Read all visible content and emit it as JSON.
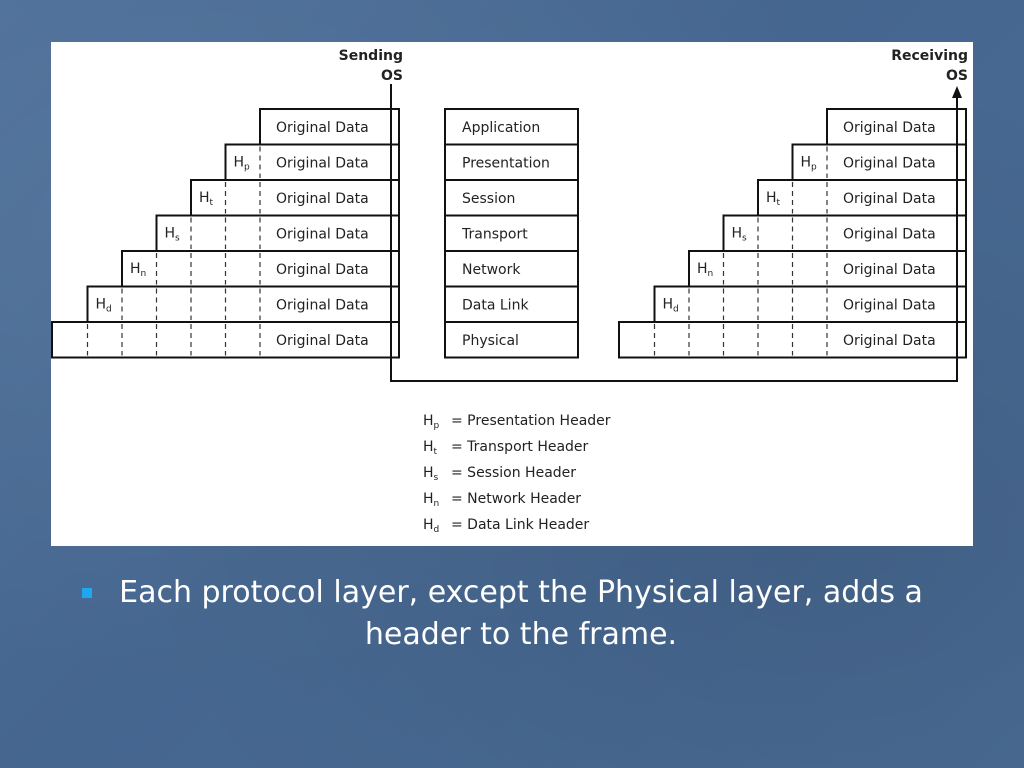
{
  "diagram": {
    "sending_label_line1": "Sending",
    "sending_label_line2": "OS",
    "receiving_label_line1": "Receiving",
    "receiving_label_line2": "OS",
    "original_data": "Original Data",
    "layers": [
      "Application",
      "Presentation",
      "Session",
      "Transport",
      "Network",
      "Data Link",
      "Physical"
    ],
    "headers": [
      {
        "main": "H",
        "sub": "p"
      },
      {
        "main": "H",
        "sub": "t"
      },
      {
        "main": "H",
        "sub": "s"
      },
      {
        "main": "H",
        "sub": "n"
      },
      {
        "main": "H",
        "sub": "d"
      }
    ],
    "legend": [
      {
        "main": "H",
        "sub": "p",
        "text": "= Presentation Header"
      },
      {
        "main": "H",
        "sub": "t",
        "text": "= Transport Header"
      },
      {
        "main": "H",
        "sub": "s",
        "text": "= Session Header"
      },
      {
        "main": "H",
        "sub": "n",
        "text": "= Network Header"
      },
      {
        "main": "H",
        "sub": "d",
        "text": "= Data Link Header"
      }
    ]
  },
  "caption": {
    "text": "Each protocol layer, except the Physical layer, adds a header to the frame."
  },
  "colors": {
    "background": "#4a6c96",
    "bullet": "#1fa8f0"
  }
}
